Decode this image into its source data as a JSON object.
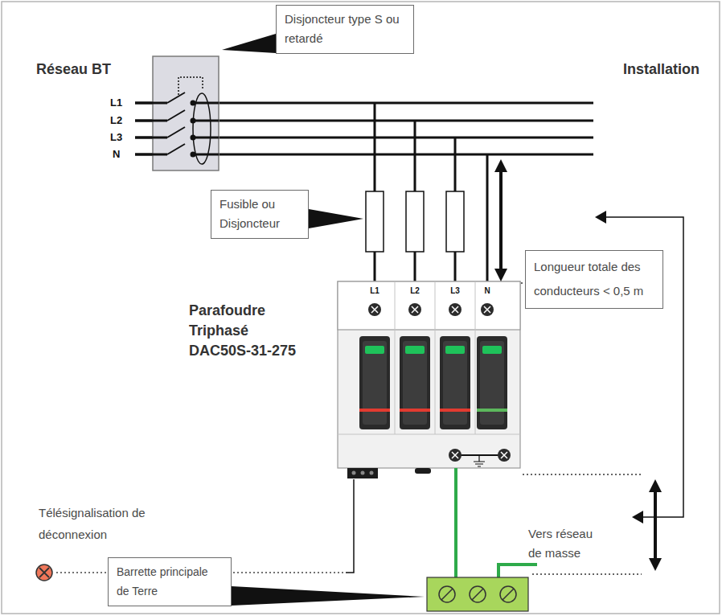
{
  "diagram": {
    "nodes": [
      {
        "text": [
          "Disjoncteur type S ou retardé"
        ]
      },
      {
        "text": [
          "Fusible ou Disjoncteur"
        ]
      },
      {
        "text": [
          "Parafoudre Triphasé DAC50S-31-275",
          "L1",
          "L2",
          "L3",
          "N"
        ]
      },
      {
        "text": [
          "Longueur totale des conducteurs < 0,5 m"
        ]
      },
      {
        "text": [
          "Barrette principale de Terre"
        ]
      }
    ],
    "labels": [
      "Réseau BT",
      "Installation",
      "L1",
      "L2",
      "L3",
      "N",
      "Télésignalisation de déconnexion",
      "Vers réseau de masse"
    ]
  }
}
